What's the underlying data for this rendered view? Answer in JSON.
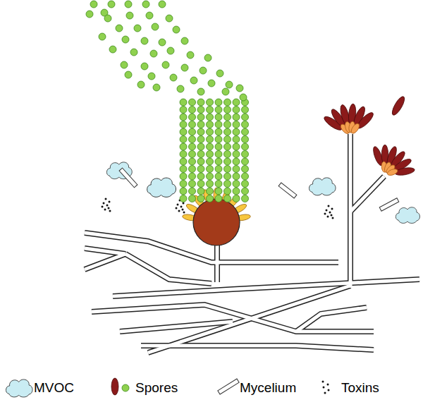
{
  "diagram": {
    "legend": [
      {
        "text": "MVOC",
        "color": "#c9ecf3"
      },
      {
        "text": "Spores"
      },
      {
        "text": "Mycelium"
      },
      {
        "text": "Toxins"
      }
    ]
  }
}
